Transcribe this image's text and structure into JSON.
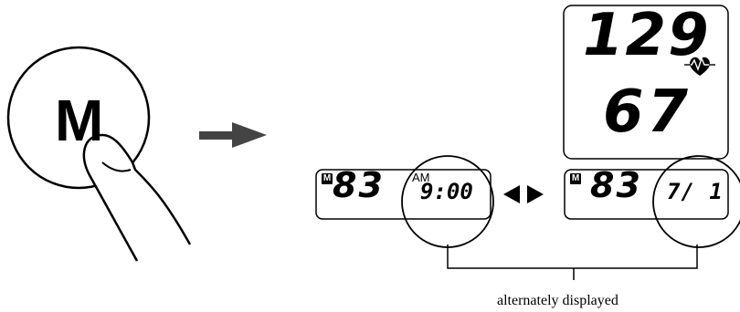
{
  "memory_button": {
    "label": "M"
  },
  "main_display": {
    "systolic": "129",
    "diastolic": "67"
  },
  "memory_screen_time": {
    "badge": "M",
    "pulse": "83",
    "period": "AM",
    "time": "9:00"
  },
  "memory_screen_date": {
    "badge": "M",
    "pulse": "83",
    "date": "7/ 1"
  },
  "caption": "alternately displayed",
  "icons": [
    "hand-press-icon",
    "right-arrow-icon",
    "heart-icon",
    "swap-arrows-icon"
  ]
}
